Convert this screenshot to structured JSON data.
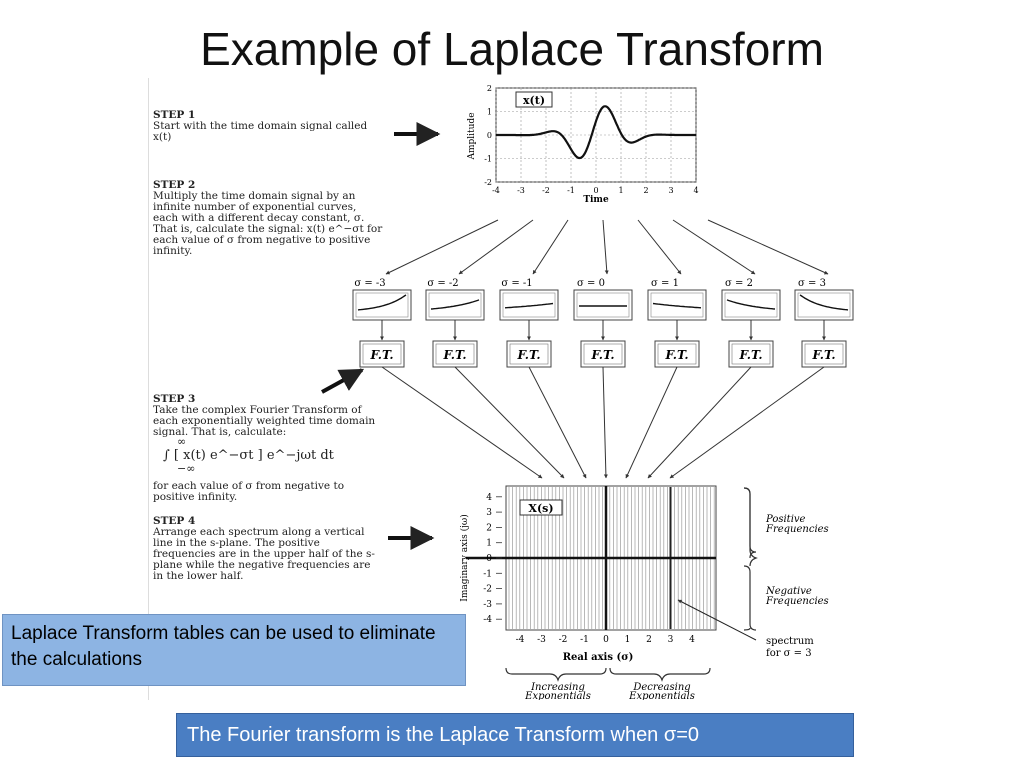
{
  "title": "Example of Laplace Transform",
  "steps": [
    {
      "head": "STEP 1",
      "body": "Start with the time domain signal called x(t)"
    },
    {
      "head": "STEP 2",
      "body": "Multiply the time domain signal by an infinite number of exponential curves, each with a different decay constant, σ.  That is, calculate the signal: x(t) e^−σt for each value of σ from negative to positive infinity."
    },
    {
      "head": "STEP 3",
      "body": "Take the complex Fourier Transform of each exponentially weighted time domain signal.  That is, calculate:",
      "formula": "∫ [ x(t) e^−σt ] e^−jωt dt",
      "limits": [
        "∞",
        "−∞"
      ],
      "after": "for each value of σ from negative to positive infinity."
    },
    {
      "head": "STEP 4",
      "body": "Arrange each spectrum along a vertical line in the s-plane. The positive frequencies are in the upper half of the s-plane while the negative frequencies are in the lower half."
    }
  ],
  "top_plot": {
    "label": "x(t)",
    "ylabel": "Amplitude",
    "xlabel": "Time",
    "xticks": [
      "-4",
      "-3",
      "-2",
      "-1",
      "0",
      "1",
      "2",
      "3",
      "4"
    ],
    "yticks": [
      "2",
      "1",
      "0",
      "-1",
      "-2"
    ]
  },
  "sigma_labels": [
    "σ = -3",
    "σ = -2",
    "σ = -1",
    "σ = 0",
    "σ = 1",
    "σ = 2",
    "σ = 3"
  ],
  "ft_label": "F.T.",
  "splane": {
    "label": "X(s)",
    "ylabel": "Imaginary axis (jω)",
    "xlabel": "Real axis (σ)",
    "xticks": [
      "-4",
      "-3",
      "-2",
      "-1",
      "0",
      "1",
      "2",
      "3",
      "4"
    ],
    "yticks": [
      "4",
      "3",
      "2",
      "1",
      "0",
      "-1",
      "-2",
      "-3",
      "-4"
    ],
    "positive_label": [
      "Positive",
      "Frequencies"
    ],
    "negative_label": [
      "Negative",
      "Frequencies"
    ],
    "increasing_label": [
      "Increasing",
      "Exponentials"
    ],
    "decreasing_label": [
      "Decreasing",
      "Exponentials"
    ],
    "spectrum_label": [
      "spectrum",
      "for σ = 3"
    ]
  },
  "callout_left": "Laplace Transform tables can be used to eliminate the calculations",
  "callout_bottom": "The Fourier transform is the Laplace Transform when σ=0"
}
